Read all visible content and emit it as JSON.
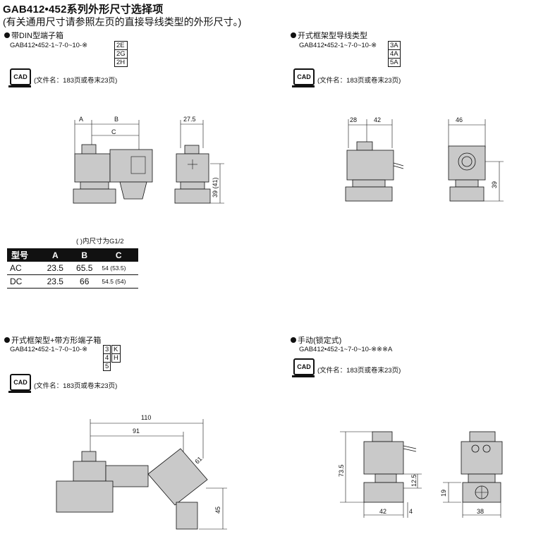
{
  "header": {
    "title": "GAB412•452系列外形尺寸选择项",
    "subtitle": "(有关通用尺寸请参照左页的直接导线类型的外形尺寸。)"
  },
  "sections": [
    {
      "title": "带DIN型端子箱",
      "code": "GAB412•452-1~7-0~10-※",
      "options": [
        "2E",
        "2G",
        "2H"
      ],
      "cad": "CAD",
      "file": "(文件名：183页或卷末23页)"
    },
    {
      "title": "开式框架型导线类型",
      "code": "GAB412•452-1~7-0~10-※",
      "options": [
        "3A",
        "4A",
        "5A"
      ],
      "cad": "CAD",
      "file": "(文件名：183页或卷末23页)"
    },
    {
      "title": "开式框架型+带方形端子箱",
      "code": "GAB412•452-1~7-0~10-※",
      "options": [
        "3",
        "4",
        "5"
      ],
      "options2": [
        "K",
        "H"
      ],
      "cad": "CAD",
      "file": "(文件名：183页或卷末23页)"
    },
    {
      "title": "手动(锁定式)",
      "code": "GAB412•452-1~7-0~10-※※※A",
      "cad": "CAD",
      "file": "(文件名：183页或卷末23页)"
    }
  ],
  "dims": {
    "s1": {
      "A": "A",
      "B": "B",
      "C": "C",
      "w275": "27.5",
      "h39": "39 (41)"
    },
    "s2": {
      "w28": "28",
      "w42": "42",
      "w46": "46",
      "h39": "39"
    },
    "s3": {
      "w110": "110",
      "w91": "91",
      "d61": "61",
      "h45": "45"
    },
    "s4": {
      "h735": "73.5",
      "h125": "12.5",
      "w42": "42",
      "w4": "4",
      "h19": "19",
      "w38": "38"
    }
  },
  "table": {
    "note": "(  )内尺寸为G1/2",
    "headers": [
      "型号",
      "A",
      "B",
      "C"
    ],
    "rows": [
      [
        "AC",
        "23.5",
        "65.5",
        "54 (53.5)"
      ],
      [
        "DC",
        "23.5",
        "66",
        "54.5 (54)"
      ]
    ]
  }
}
